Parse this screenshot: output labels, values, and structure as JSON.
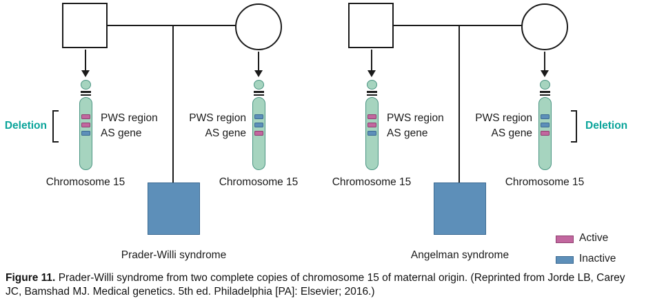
{
  "colors": {
    "chrom-fill": "#a6d4bf",
    "chrom-border": "#4a9482",
    "active-fill": "#c2679f",
    "active-border": "#8f3e6f",
    "inactive-fill": "#5d8fb9",
    "inactive-border": "#3a6a92",
    "deletion": "#0aa49a",
    "line": "#1a1a1a"
  },
  "pedigrees": [
    {
      "deletion": {
        "label": "Deletion",
        "on": "left-chromosome"
      },
      "chromosome_left": {
        "caption": "Chromosome 15",
        "region_label": "PWS region",
        "gene_label": "AS gene",
        "bands": [
          "active",
          "active",
          "inactive"
        ]
      },
      "chromosome_right": {
        "caption": "Chromosome 15",
        "region_label": "PWS region",
        "gene_label": "AS gene",
        "bands": [
          "inactive",
          "inactive",
          "active"
        ]
      },
      "child_label": "Prader-Willi syndrome"
    },
    {
      "deletion": {
        "label": "Deletion",
        "on": "right-chromosome"
      },
      "chromosome_left": {
        "caption": "Chromosome 15",
        "region_label": "PWS region",
        "gene_label": "AS gene",
        "bands": [
          "active",
          "active",
          "inactive"
        ]
      },
      "chromosome_right": {
        "caption": "Chromosome 15",
        "region_label": "PWS region",
        "gene_label": "AS gene",
        "bands": [
          "inactive",
          "inactive",
          "active"
        ]
      },
      "child_label": "Angelman syndrome"
    }
  ],
  "legend": {
    "items": [
      {
        "label": "Active",
        "type": "active"
      },
      {
        "label": "Inactive",
        "type": "inactive"
      }
    ]
  },
  "caption": {
    "label": "Figure 11.",
    "text": "Prader-Willi syndrome from two complete copies of chromosome 15 of maternal origin. (Reprinted from Jorde LB, Carey JC, Bamshad MJ. Medical genetics. 5th ed. Philadelphia [PA]: Elsevier; 2016.)"
  }
}
